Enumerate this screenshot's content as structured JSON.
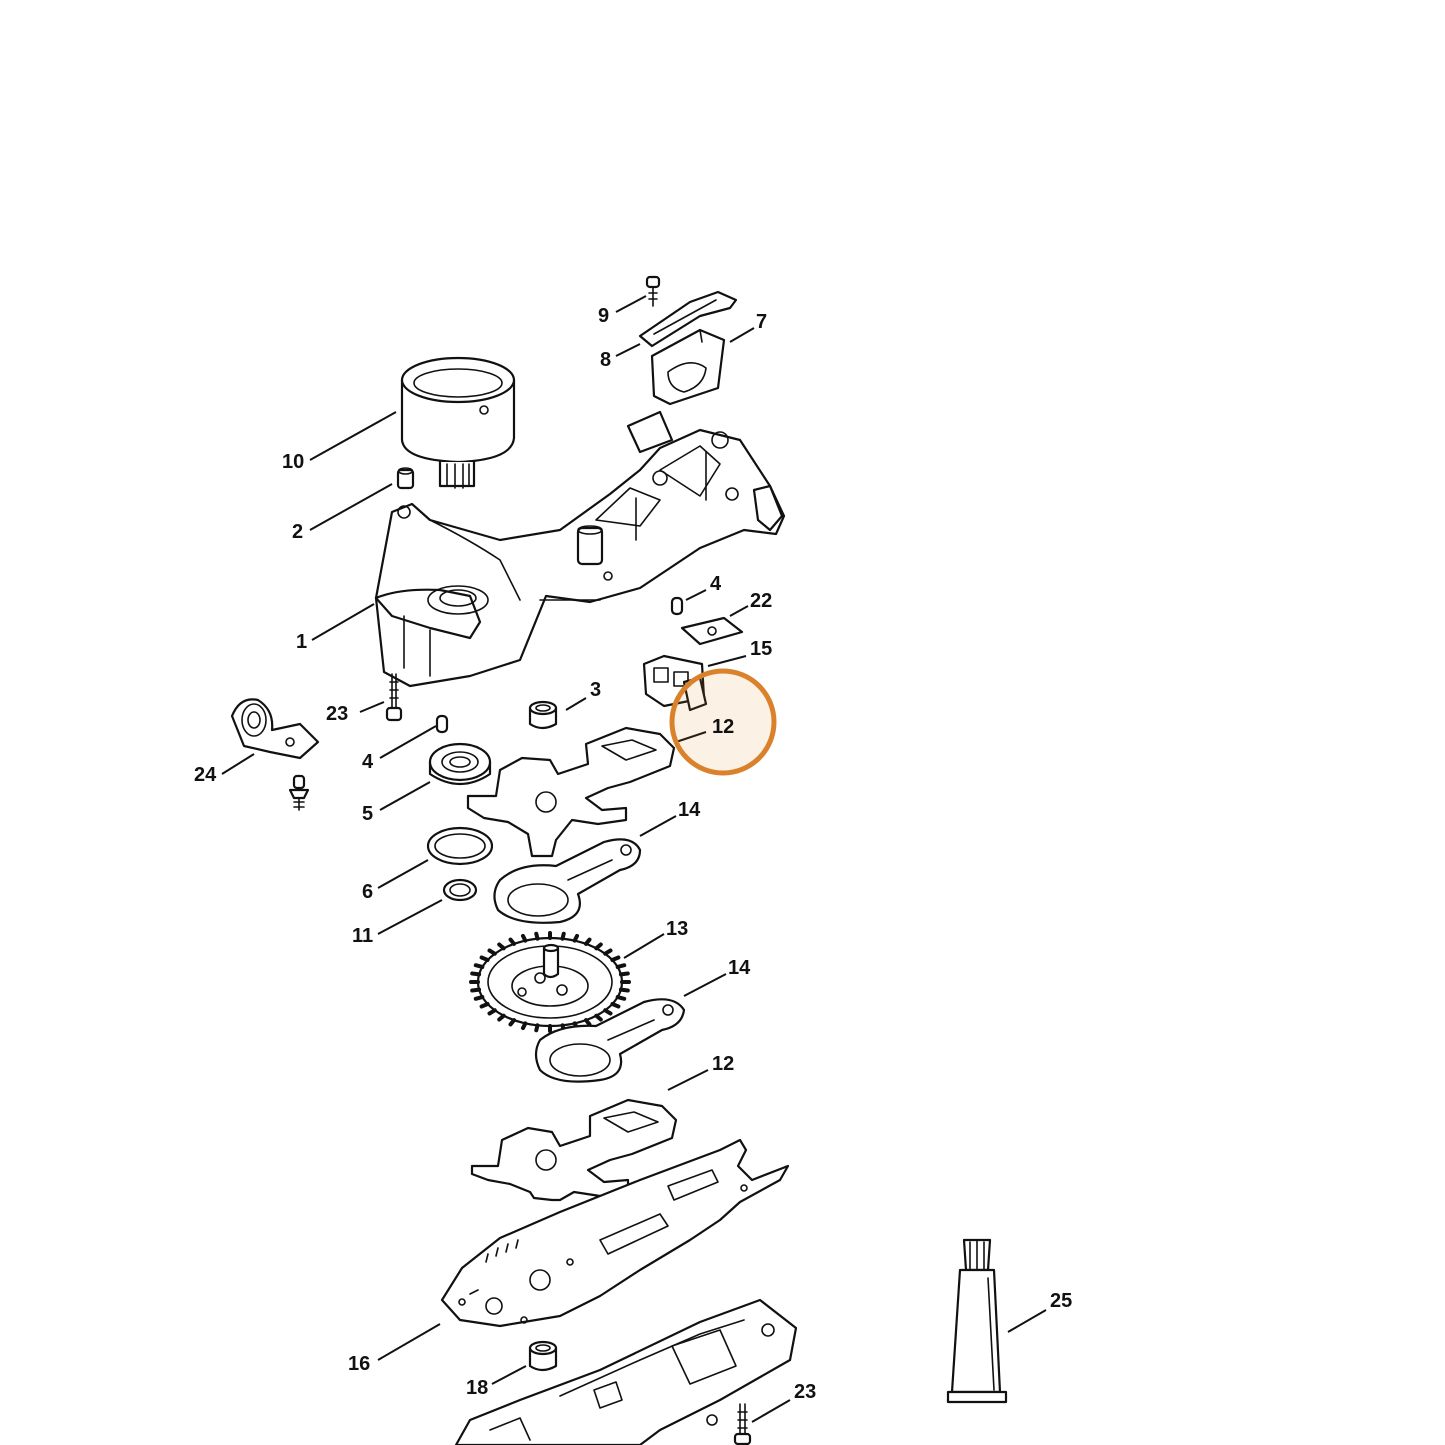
{
  "diagram": {
    "highlight_color": "#d9822b",
    "callouts": [
      {
        "id": "c9",
        "label": "9"
      },
      {
        "id": "c7",
        "label": "7"
      },
      {
        "id": "c8",
        "label": "8"
      },
      {
        "id": "c10",
        "label": "10"
      },
      {
        "id": "c2",
        "label": "2"
      },
      {
        "id": "c4a",
        "label": "4"
      },
      {
        "id": "c22",
        "label": "22"
      },
      {
        "id": "c1",
        "label": "1"
      },
      {
        "id": "c15",
        "label": "15"
      },
      {
        "id": "c3",
        "label": "3"
      },
      {
        "id": "c23a",
        "label": "23"
      },
      {
        "id": "c12a",
        "label": "12"
      },
      {
        "id": "c24",
        "label": "24"
      },
      {
        "id": "c4b",
        "label": "4"
      },
      {
        "id": "c5",
        "label": "5"
      },
      {
        "id": "c14a",
        "label": "14"
      },
      {
        "id": "c6",
        "label": "6"
      },
      {
        "id": "c11",
        "label": "11"
      },
      {
        "id": "c13",
        "label": "13"
      },
      {
        "id": "c14b",
        "label": "14"
      },
      {
        "id": "c12b",
        "label": "12"
      },
      {
        "id": "c25",
        "label": "25"
      },
      {
        "id": "c16",
        "label": "16"
      },
      {
        "id": "c18",
        "label": "18"
      },
      {
        "id": "c23b",
        "label": "23"
      }
    ],
    "highlighted_callout": "c12a"
  }
}
